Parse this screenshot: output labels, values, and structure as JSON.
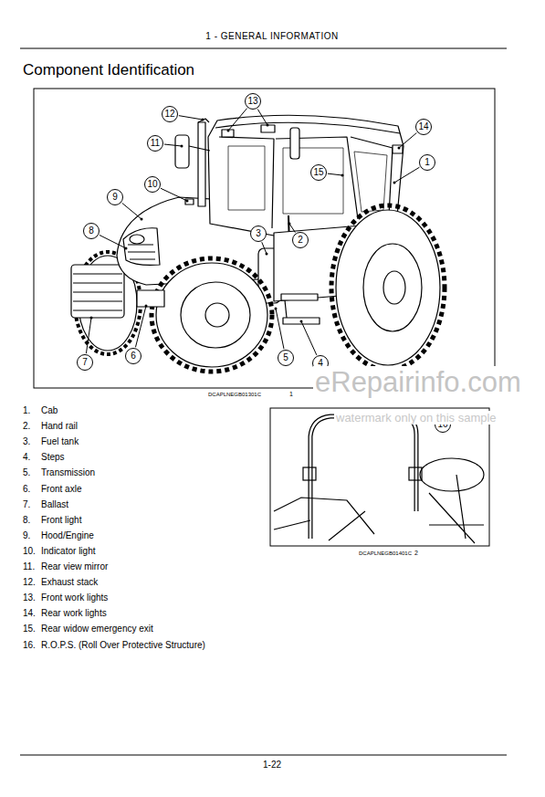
{
  "diagram": {
    "title": "Component Identification",
    "labels": [
      "1 - GENERAL INFORMATION",
      "13",
      "12",
      "14",
      "11",
      "1",
      "15",
      "10",
      "9",
      "8",
      "3",
      "2",
      "4",
      "5",
      "6",
      "7",
      "16",
      "DCAPLNEGB01301C",
      "1",
      "DCAPLNEGB01401C",
      "2",
      "1.",
      "Cab",
      "2.",
      "Hand rail",
      "3.",
      "Fuel tank",
      "4.",
      "Steps",
      "5.",
      "Transmission",
      "6.",
      "Front axle",
      "7.",
      "Ballast",
      "8.",
      "Front light",
      "9.",
      "Hood/Engine",
      "10.",
      "Indicator light",
      "11.",
      "Rear view mirror",
      "12.",
      "Exhaust stack",
      "13.",
      "Front work lights",
      "14.",
      "Rear work lights",
      "15.",
      "Rear widow emergency exit",
      "16.",
      "R.O.P.S. (Roll Over Protective Structure)",
      "1-22",
      "eRepairinfo.com",
      "watermark only on this sample"
    ]
  }
}
